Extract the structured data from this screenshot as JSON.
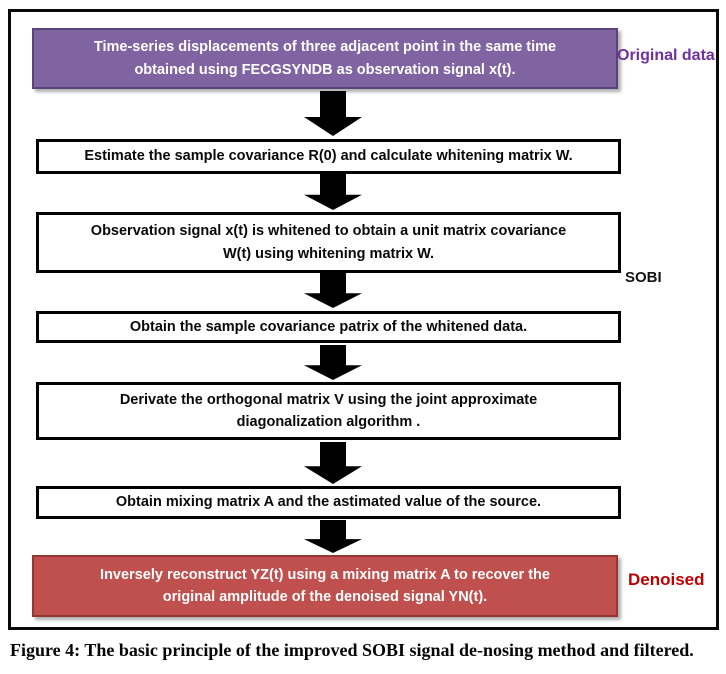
{
  "figure": {
    "caption": "Figure 4: The basic principle of the improved SOBI signal de-nosing method and filtered."
  },
  "flowchart": {
    "boxes": [
      {
        "name": "original-data-box",
        "lines": [
          "Time-series displacements of three adjacent point in the same time",
          "obtained using FECGSYNDB as observation signal x(t)."
        ],
        "fill": "#8064A2",
        "border_color": "#5B4479",
        "text_color": "#FFFFFF"
      },
      {
        "name": "whitening-matrix-box",
        "lines": [
          "Estimate the sample covariance R(0) and calculate whitening matrix W."
        ],
        "fill": "#FFFFFF",
        "border_color": "#000000",
        "text_color": "#000000"
      },
      {
        "name": "whitened-signal-box",
        "lines": [
          "Observation signal x(t) is whitened to obtain a unit matrix covariance",
          "W(t) using whitening matrix W."
        ],
        "fill": "#FFFFFF",
        "border_color": "#000000",
        "text_color": "#000000"
      },
      {
        "name": "sample-covariance-box",
        "lines": [
          "Obtain the sample covariance patrix of the whitened data."
        ],
        "fill": "#FFFFFF",
        "border_color": "#000000",
        "text_color": "#000000"
      },
      {
        "name": "orthogonal-matrix-box",
        "lines": [
          "Derivate the orthogonal matrix V using the joint approximate",
          "diagonalization algorithm ."
        ],
        "fill": "#FFFFFF",
        "border_color": "#000000",
        "text_color": "#000000"
      },
      {
        "name": "mixing-matrix-box",
        "lines": [
          "Obtain mixing matrix A and the astimated value of the source."
        ],
        "fill": "#FFFFFF",
        "border_color": "#000000",
        "text_color": "#000000"
      },
      {
        "name": "reconstruction-box",
        "lines": [
          "Inversely reconstruct YZ(t) using a mixing matrix A to recover the",
          "original amplitude of the denoised signal YN(t)."
        ],
        "fill": "#C0504D",
        "border_color": "#943634",
        "text_color": "#FFFFFF"
      }
    ],
    "side_labels": [
      {
        "name": "original-data-label",
        "text": "Original data",
        "color": "#7030A0"
      },
      {
        "name": "sobi-label",
        "text": "SOBI",
        "color": "#141414"
      },
      {
        "name": "denoised-label",
        "text": "Denoised",
        "color": "#C00000"
      }
    ],
    "arrow_color": "#000000",
    "frame_border_color": "#0A0A0A"
  }
}
